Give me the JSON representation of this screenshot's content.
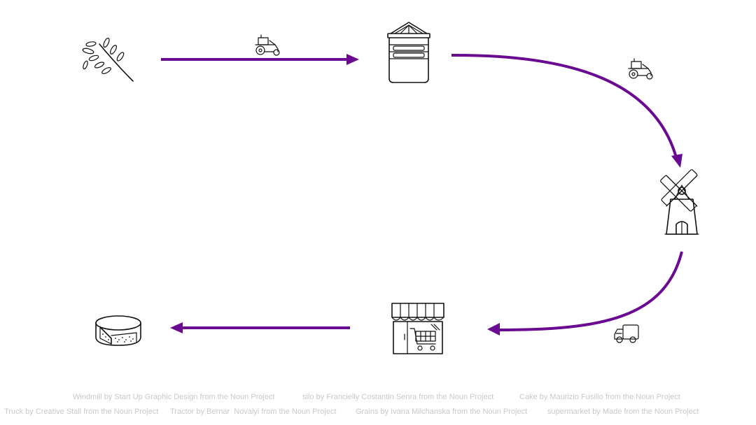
{
  "colors": {
    "arrow": "#6a0a91",
    "icon": "#111111",
    "credit_text": "#c9c9c9"
  },
  "nodes": [
    {
      "id": "grains",
      "icon": "grains-icon"
    },
    {
      "id": "silo",
      "icon": "silo-icon"
    },
    {
      "id": "windmill",
      "icon": "windmill-icon"
    },
    {
      "id": "supermarket",
      "icon": "supermarket-icon"
    },
    {
      "id": "cake",
      "icon": "cake-icon"
    }
  ],
  "edges": [
    {
      "from": "grains",
      "to": "silo",
      "transport": "tractor-icon"
    },
    {
      "from": "silo",
      "to": "windmill",
      "transport": "tractor-icon"
    },
    {
      "from": "windmill",
      "to": "supermarket",
      "transport": "truck-icon"
    },
    {
      "from": "supermarket",
      "to": "cake",
      "transport": ""
    }
  ],
  "credits": {
    "line1": [
      "Windmill by Start Up Graphic Design from the Noun Project",
      "silo by Francielly Costantin Senra from the Noun Project",
      "Cake by Maurizio Fusillo from the Noun Project"
    ],
    "line2": [
      "Truck by Creative Stall from the Noun Project",
      "Tractor by Bernar  Novalyi from the Noun Project",
      "Grains by Ivana Milchanska from the Noun Project",
      "supermarket by Made from the Noun Project"
    ]
  }
}
